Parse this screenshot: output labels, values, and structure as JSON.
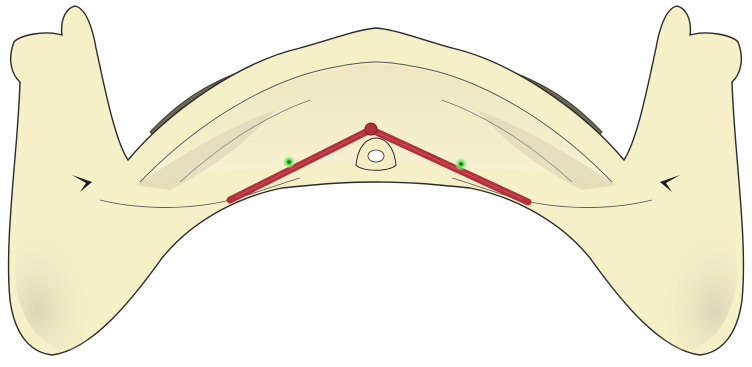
{
  "illustration": {
    "subject": "mandible-top-view",
    "colors": {
      "bone": "#F6F0C8",
      "bone_outline": "#2B2B2B",
      "bone_shadow": "#D8D0B0",
      "dark_flange": "#6E6A55",
      "rod": "#B0313A",
      "rod_highlight": "#D9505B",
      "pin": "#62E05A",
      "pin_core": "#2FA22C"
    },
    "elements": [
      "mandible-body",
      "left-ramus",
      "right-ramus",
      "mylohyoid-line",
      "fixation-rod-left",
      "fixation-rod-right",
      "central-joint",
      "left-pin",
      "right-pin",
      "left-mental-notch",
      "right-mental-notch"
    ]
  }
}
